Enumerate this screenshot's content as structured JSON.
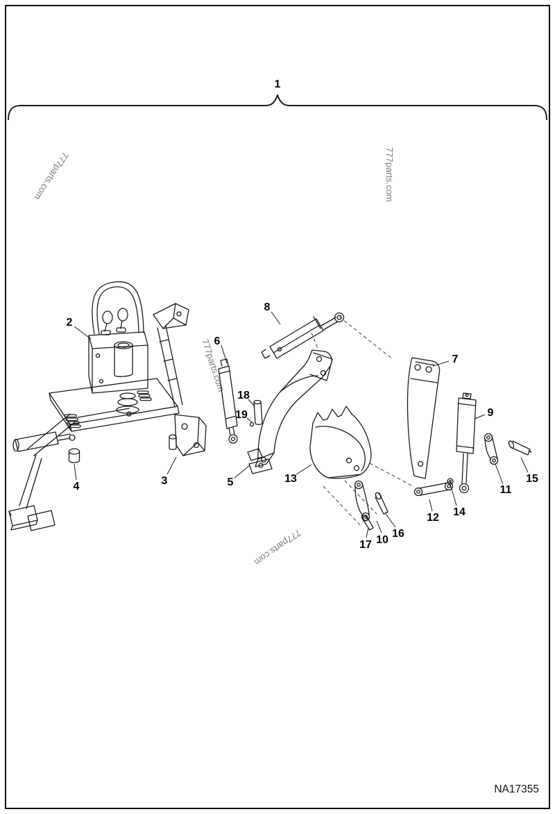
{
  "diagram": {
    "figure_code": "NA17355"
  },
  "colors": {
    "background": "#ffffff",
    "line": "#1a1a1a",
    "watermark": "#7a7a7a"
  },
  "watermarks": [
    {
      "text": "777parts.com",
      "position": "top-left"
    },
    {
      "text": "777parts.com",
      "position": "right"
    },
    {
      "text": "777parts.com",
      "position": "center"
    },
    {
      "text": "777parts.com",
      "position": "bottom"
    }
  ],
  "callouts": [
    {
      "label": "1"
    },
    {
      "label": "2"
    },
    {
      "label": "3"
    },
    {
      "label": "4"
    },
    {
      "label": "5"
    },
    {
      "label": "6"
    },
    {
      "label": "7"
    },
    {
      "label": "8"
    },
    {
      "label": "9"
    },
    {
      "label": "10"
    },
    {
      "label": "11"
    },
    {
      "label": "12"
    },
    {
      "label": "13"
    },
    {
      "label": "14"
    },
    {
      "label": "15"
    },
    {
      "label": "16"
    },
    {
      "label": "17"
    },
    {
      "label": "18"
    },
    {
      "label": "19"
    }
  ]
}
